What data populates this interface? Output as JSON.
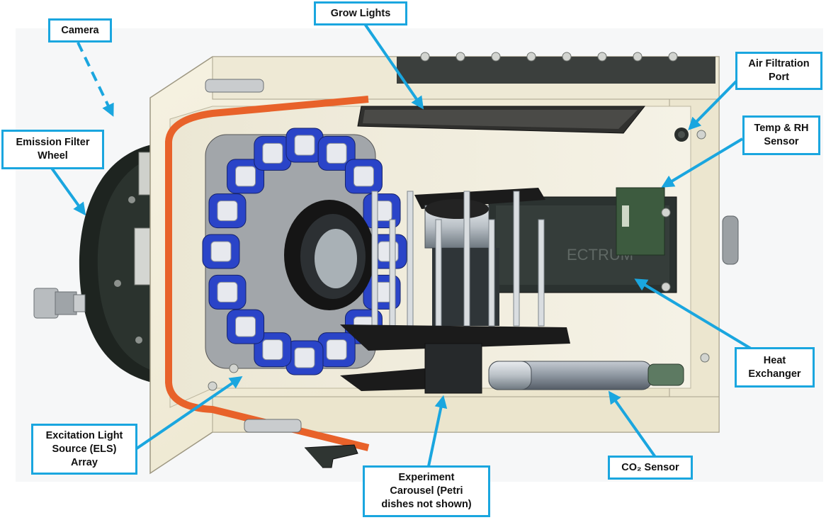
{
  "colors": {
    "callout_border": "#1aa6df",
    "arrow": "#1aa6df",
    "housing": "#f1ecd9",
    "seal": "#e8622a",
    "led_blue": "#2a44c8",
    "dark_metal": "#1f2622"
  },
  "callouts": {
    "camera": "Camera",
    "grow_lights": "Grow Lights",
    "air_filtration_line1": "Air Filtration",
    "air_filtration_line2": "Port",
    "temp_rh_line1": "Temp & RH",
    "temp_rh_line2": "Sensor",
    "emission_filter_line1": "Emission Filter",
    "emission_filter_line2": "Wheel",
    "heat_exchanger_line1": "Heat",
    "heat_exchanger_line2": "Exchanger",
    "els_line1": "Excitation Light",
    "els_line2": "Source (ELS)",
    "els_line3": "Array",
    "carousel_line1": "Experiment",
    "carousel_line2": "Carousel (Petri",
    "carousel_line3": "dishes not shown)",
    "co2_sensor": "CO₂ Sensor"
  },
  "hardware_text": {
    "brand": "ECTRUM"
  }
}
